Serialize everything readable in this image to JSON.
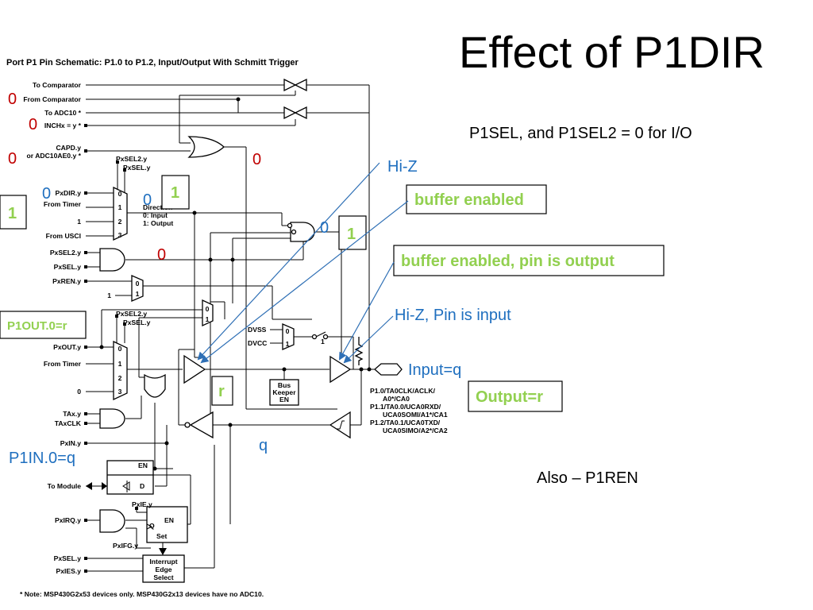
{
  "slide": {
    "title": "Effect of P1DIR",
    "subtitle": "P1SEL, and P1SEL2 = 0 for I/O",
    "also": "Also – P1REN"
  },
  "schematic": {
    "title": "Port P1 Pin Schematic: P1.0 to P1.2, Input/Output With Schmitt Trigger",
    "footnote": "* Note: MSP430G2x53 devices only. MSP430G2x13 devices have no ADC10.",
    "left_signals": {
      "to_comparator": "To Comparator",
      "from_comparator": "From Comparator",
      "to_adc10": "To ADC10 *",
      "inchx": "INCHx = y *",
      "capd_1": "CAPD.y",
      "capd_2": "or ADC10AE0.y *",
      "pxsel2_top": "PxSEL2.y",
      "pxsel_top": "PxSEL.y",
      "pxdir": "PxDIR.y",
      "from_timer_1": "From Timer",
      "one_1": "1",
      "from_usci": "From USCI",
      "pxsel2_mid": "PxSEL2.y",
      "pxsel_mid": "PxSEL.y",
      "pxren": "PxREN.y",
      "one_2": "1",
      "pxsel2_lower": "PxSEL2.y",
      "pxsel_lower": "PxSEL.y",
      "pxout": "PxOUT.y",
      "from_timer_2": "From Timer",
      "zero": "0",
      "tax": "TAx.y",
      "taxclk": "TAxCLK",
      "pxin": "PxIN.y",
      "to_module": "To Module",
      "pxirq": "PxIRQ.y",
      "pxie": "PxIE.y",
      "pxifg": "PxIFG.y",
      "pxsel_bottom": "PxSEL.y",
      "pxies": "PxIES.y"
    },
    "mux_labels": {
      "m0": "0",
      "m1": "1",
      "m2": "2",
      "m3": "3"
    },
    "direction_1": "Direction",
    "direction_2": "0: Input",
    "direction_3": "1: Output",
    "dvss": "DVSS",
    "dvcc": "DVCC",
    "switch_1": "1",
    "bus_keeper_1": "Bus",
    "bus_keeper_2": "Keeper",
    "bus_keeper_3": "EN",
    "en_1": "EN",
    "d": "D",
    "en_2": "EN",
    "q": "Q",
    "set": "Set",
    "ies_1": "Interrupt",
    "ies_2": "Edge",
    "ies_3": "Select",
    "pin_names": [
      "P1.0/TA0CLK/ACLK/",
      "A0*/CA0",
      "P1.1/TA0.0/UCA0RXD/",
      "UCA0SOMI/A1*/CA1",
      "P1.2/TA0.1/UCA0TXD/",
      "UCA0SIMO/A2*/CA2"
    ]
  },
  "annotations": {
    "red_zero_1": "0",
    "red_zero_2": "0",
    "red_zero_3": "0",
    "red_zero_4": "0",
    "red_zero_5": "0",
    "blue_zero_1": "0",
    "blue_zero_2": "0",
    "blue_zero_3": "0",
    "green_one_1": "1",
    "green_one_2": "1",
    "green_one_3": "1",
    "green_r": "r",
    "p1out": "P1OUT.0=r",
    "p1in": "P1IN.0=q",
    "q": "q",
    "hiz": "Hi-Z",
    "buffer_enabled": "buffer enabled",
    "buffer_enabled_output": "buffer enabled, pin is output",
    "hiz_input": "Hi-Z, Pin is input",
    "input_q": "Input=q",
    "output_r": "Output=r"
  },
  "colors": {
    "red": "#c00000",
    "blue": "#1f6fbf",
    "green": "#92d050",
    "line": "#000000",
    "arrow": "#2e6fb5"
  }
}
